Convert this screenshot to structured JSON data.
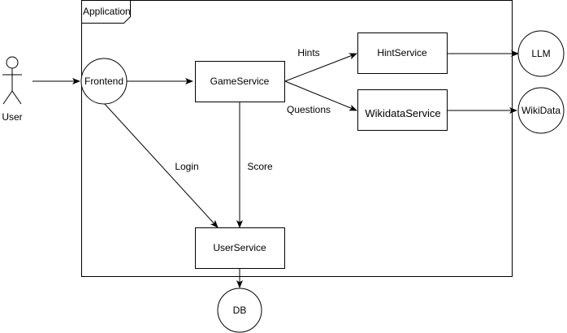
{
  "frame": {
    "label": "Application"
  },
  "actor": {
    "label": "User"
  },
  "nodes": {
    "frontend": "Frontend",
    "game_service": "GameService",
    "hint_service": "HintService",
    "wikidata_service": "WikidataService",
    "user_service": "UserService",
    "llm": "LLM",
    "wikidata": "WikiData",
    "db": "DB"
  },
  "edges": {
    "hints": "Hints",
    "questions": "Questions",
    "login": "Login",
    "score": "Score"
  },
  "colors": {
    "stroke": "#000000",
    "fill": "#ffffff"
  }
}
